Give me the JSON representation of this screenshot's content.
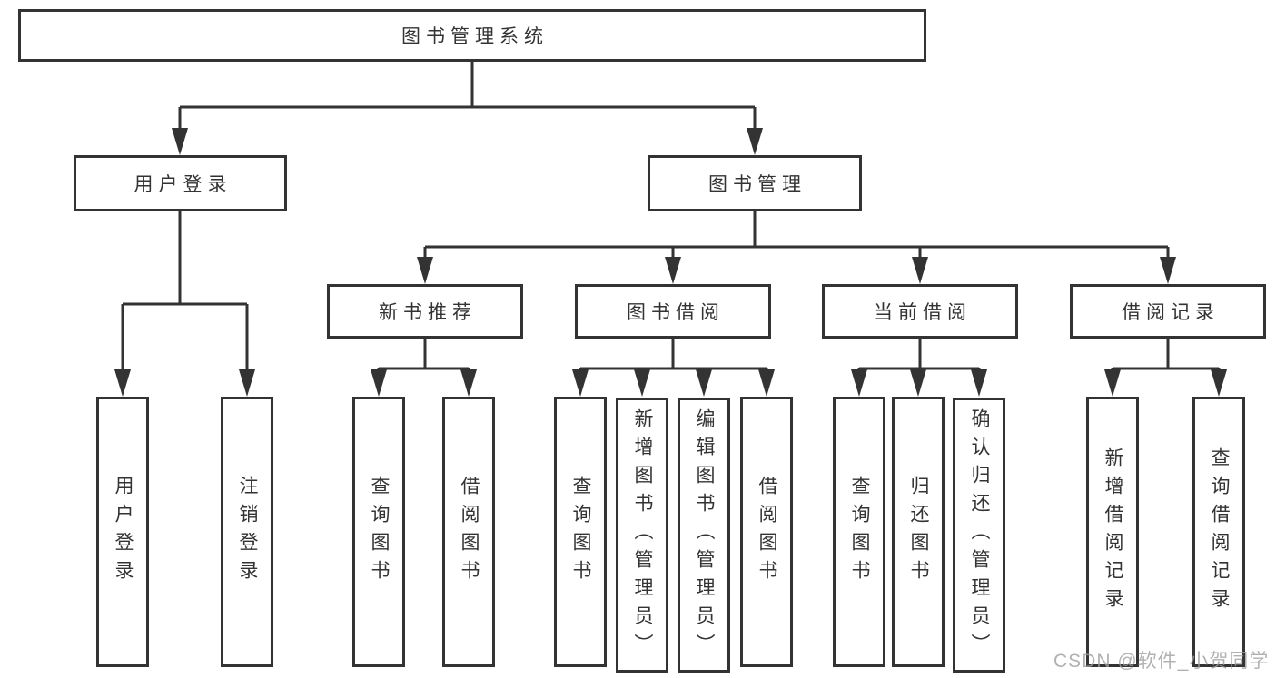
{
  "diagram": {
    "title": "图书管理系统",
    "type": "hierarchy"
  },
  "nodes": {
    "root": "图书管理系统",
    "l2_user_login": "用户登录",
    "l2_book_management": "图书管理",
    "l3_new_book_rec": "新书推荐",
    "l3_book_borrowing": "图书借阅",
    "l3_current_borrowing": "当前借阅",
    "l3_borrowing_records": "借阅记录",
    "leaf_user_login": "用户登录",
    "leaf_logout": "注销登录",
    "leaf_rec_query_books": "查询图书",
    "leaf_rec_borrow_books": "借阅图书",
    "leaf_bor_query_books": "查询图书",
    "leaf_bor_add_book_admin": "新增图书（管理员）",
    "leaf_bor_edit_book_admin": "编辑图书（管理员）",
    "leaf_bor_borrow_books": "借阅图书",
    "leaf_cur_query_books": "查询图书",
    "leaf_cur_return_book": "归还图书",
    "leaf_cur_confirm_return_admin": "确认归还（管理员）",
    "leaf_rec2_add_record": "新增借阅记录",
    "leaf_rec2_query_record": "查询借阅记录"
  },
  "watermark": "CSDN @软件_小贺同学",
  "colors": {
    "line": "#333333",
    "text": "#333333",
    "box_background": "#ffffff",
    "page_background": "#ffffff",
    "watermark": "#9e9e9e"
  }
}
